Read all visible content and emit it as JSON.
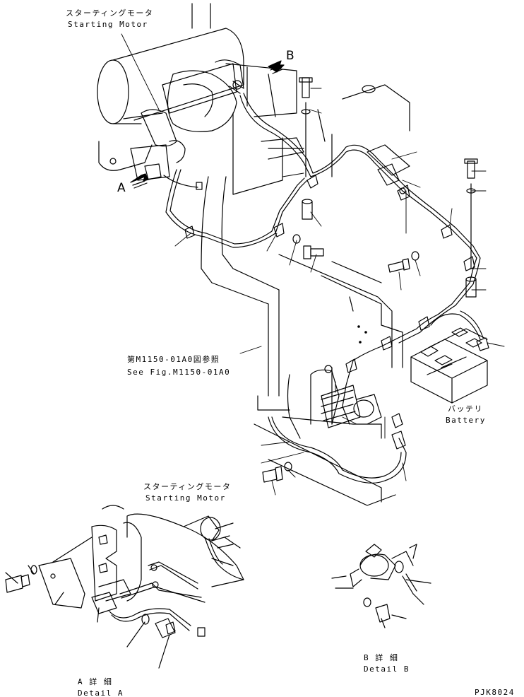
{
  "labels": {
    "starting_motor_top_jp": "スターティングモータ",
    "starting_motor_top_en": "Starting Motor",
    "arrow_a": "A",
    "arrow_b": "B",
    "see_fig_jp": "第M1150-01A0図参照",
    "see_fig_en": "See Fig.M1150-01A0",
    "battery_jp": "バッテリ",
    "battery_en": "Battery",
    "starting_motor_detail_jp": "スターティングモータ",
    "starting_motor_detail_en": "Starting Motor",
    "detail_a_jp": "A 詳 細",
    "detail_a_en": "Detail A",
    "detail_b_jp": "B 詳 細",
    "detail_b_en": "Detail B",
    "drawing_code": "PJK8024"
  },
  "colors": {
    "ink": "#000000",
    "paper": "#ffffff"
  }
}
